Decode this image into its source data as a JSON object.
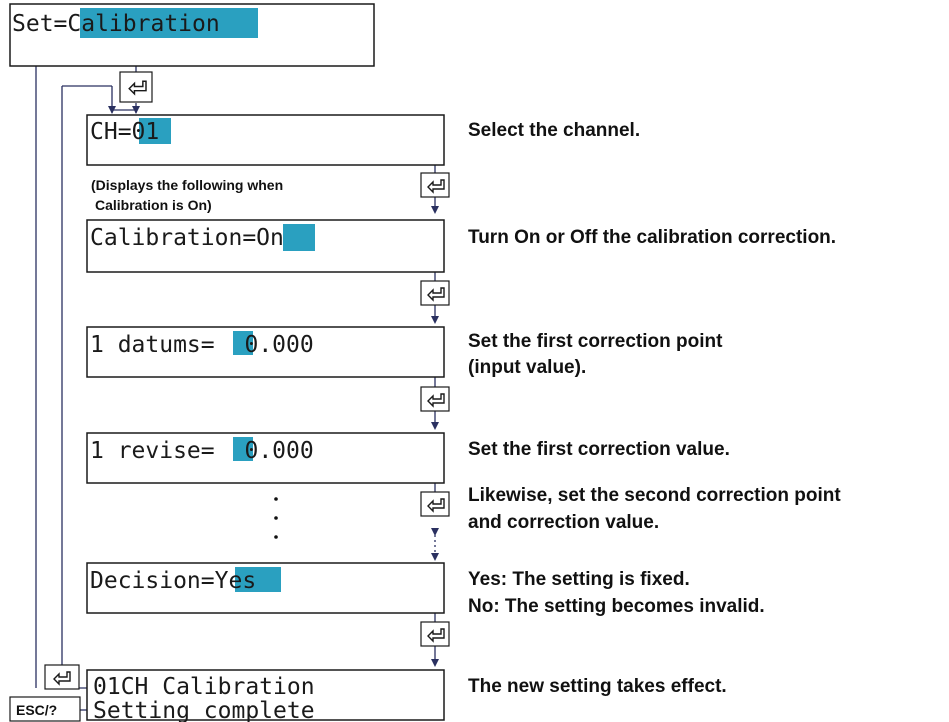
{
  "colors": {
    "highlight": "#2aa0c0",
    "arrow": "#2a3060",
    "text": "#111111"
  },
  "icons": {
    "enter_key": "enter-key-icon",
    "escape_key": "esc-key-icon"
  },
  "screens": {
    "set": {
      "prefix": "Set=",
      "value": "Calibration"
    },
    "channel": {
      "prefix": "CH=",
      "value": "01"
    },
    "calibration": {
      "prefix": "Calibration=",
      "value": "On"
    },
    "datums": {
      "prefix": "1 datums=",
      "value": "",
      "suffix": " 0.000"
    },
    "revise": {
      "prefix": "1 revise=",
      "value": "",
      "suffix": " 0.000"
    },
    "decision": {
      "prefix": "Decision=",
      "value": "Yes"
    },
    "complete": {
      "line1": "01CH Calibration",
      "line2": "Setting complete"
    }
  },
  "notes": {
    "displays_line1": "(Displays the following when",
    "displays_line2": "Calibration is On)"
  },
  "descriptions": {
    "channel": "Select the channel.",
    "calibration": "Turn On or Off the calibration correction.",
    "datums_line1": "Set the first correction point",
    "datums_line2": "(input value).",
    "revise": "Set the first correction value.",
    "likewise_line1": "Likewise, set the second correction point",
    "likewise_line2": "and correction value.",
    "decision_line1": "Yes: The setting is fixed.",
    "decision_line2": "No: The setting becomes invalid.",
    "complete": "The new setting takes effect."
  },
  "esc_key_label": "ESC/?"
}
